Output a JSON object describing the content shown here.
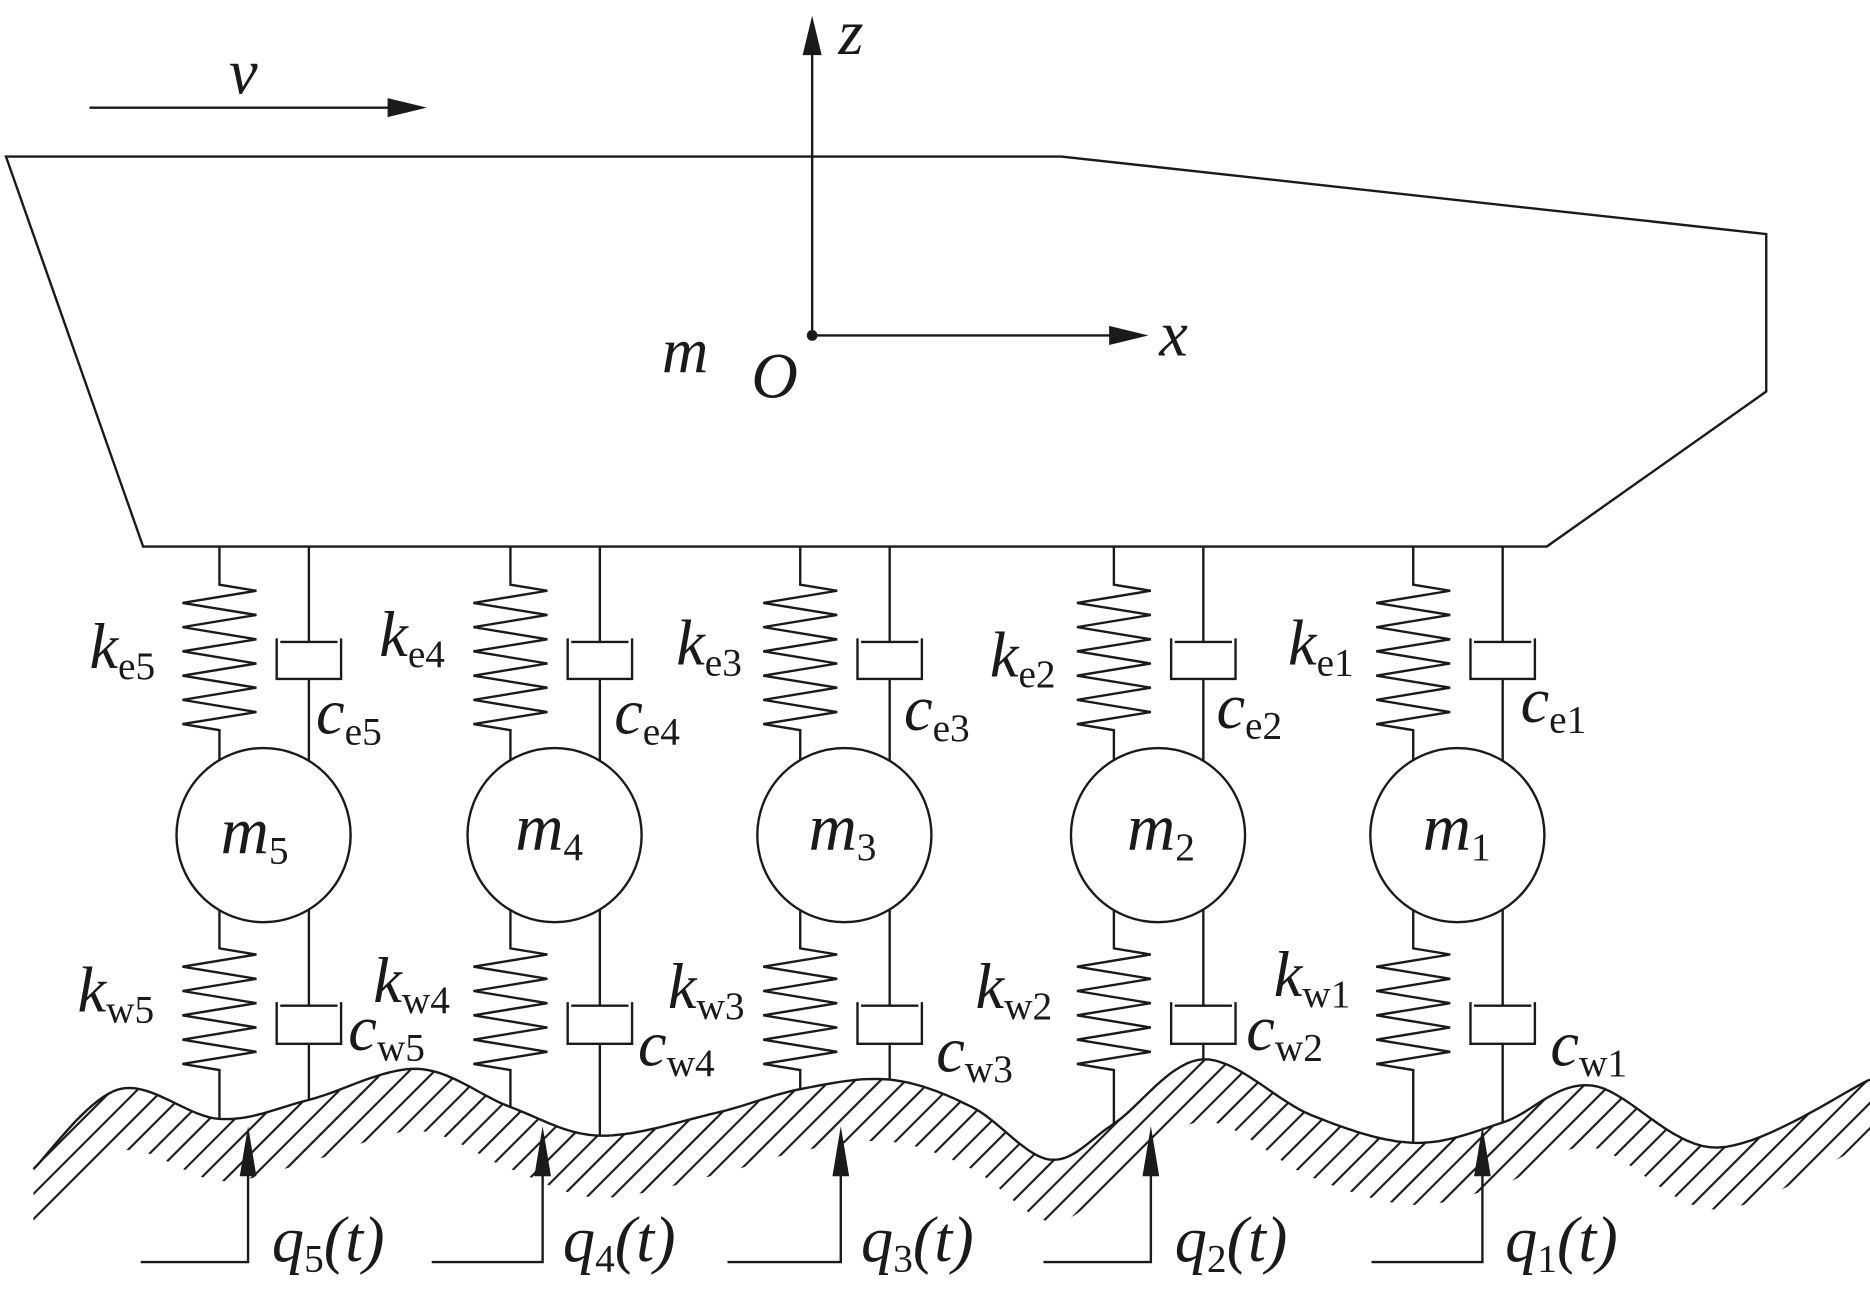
{
  "labels": {
    "velocity": "v",
    "axis_z": "z",
    "axis_x": "x",
    "origin": "O",
    "body_mass": "m"
  },
  "units": [
    {
      "mass": {
        "symbol": "m",
        "sub": "5"
      },
      "upper_spring": {
        "symbol": "k",
        "sub": "e5"
      },
      "upper_damper": {
        "symbol": "c",
        "sub": "e5"
      },
      "lower_spring": {
        "symbol": "k",
        "sub": "w5"
      },
      "lower_damper": {
        "symbol": "c",
        "sub": "w5"
      },
      "excitation": {
        "symbol": "q",
        "sub": "5",
        "arg": "(t)"
      }
    },
    {
      "mass": {
        "symbol": "m",
        "sub": "4"
      },
      "upper_spring": {
        "symbol": "k",
        "sub": "e4"
      },
      "upper_damper": {
        "symbol": "c",
        "sub": "e4"
      },
      "lower_spring": {
        "symbol": "k",
        "sub": "w4"
      },
      "lower_damper": {
        "symbol": "c",
        "sub": "w4"
      },
      "excitation": {
        "symbol": "q",
        "sub": "4",
        "arg": "(t)"
      }
    },
    {
      "mass": {
        "symbol": "m",
        "sub": "3"
      },
      "upper_spring": {
        "symbol": "k",
        "sub": "e3"
      },
      "upper_damper": {
        "symbol": "c",
        "sub": "e3"
      },
      "lower_spring": {
        "symbol": "k",
        "sub": "w3"
      },
      "lower_damper": {
        "symbol": "c",
        "sub": "w3"
      },
      "excitation": {
        "symbol": "q",
        "sub": "3",
        "arg": "(t)"
      }
    },
    {
      "mass": {
        "symbol": "m",
        "sub": "2"
      },
      "upper_spring": {
        "symbol": "k",
        "sub": "e2"
      },
      "upper_damper": {
        "symbol": "c",
        "sub": "e2"
      },
      "lower_spring": {
        "symbol": "k",
        "sub": "w2"
      },
      "lower_damper": {
        "symbol": "c",
        "sub": "w2"
      },
      "excitation": {
        "symbol": "q",
        "sub": "2",
        "arg": "(t)"
      }
    },
    {
      "mass": {
        "symbol": "m",
        "sub": "1"
      },
      "upper_spring": {
        "symbol": "k",
        "sub": "e1"
      },
      "upper_damper": {
        "symbol": "c",
        "sub": "e1"
      },
      "lower_spring": {
        "symbol": "k",
        "sub": "w1"
      },
      "lower_damper": {
        "symbol": "c",
        "sub": "w1"
      },
      "excitation": {
        "symbol": "q",
        "sub": "1",
        "arg": "(t)"
      }
    }
  ]
}
